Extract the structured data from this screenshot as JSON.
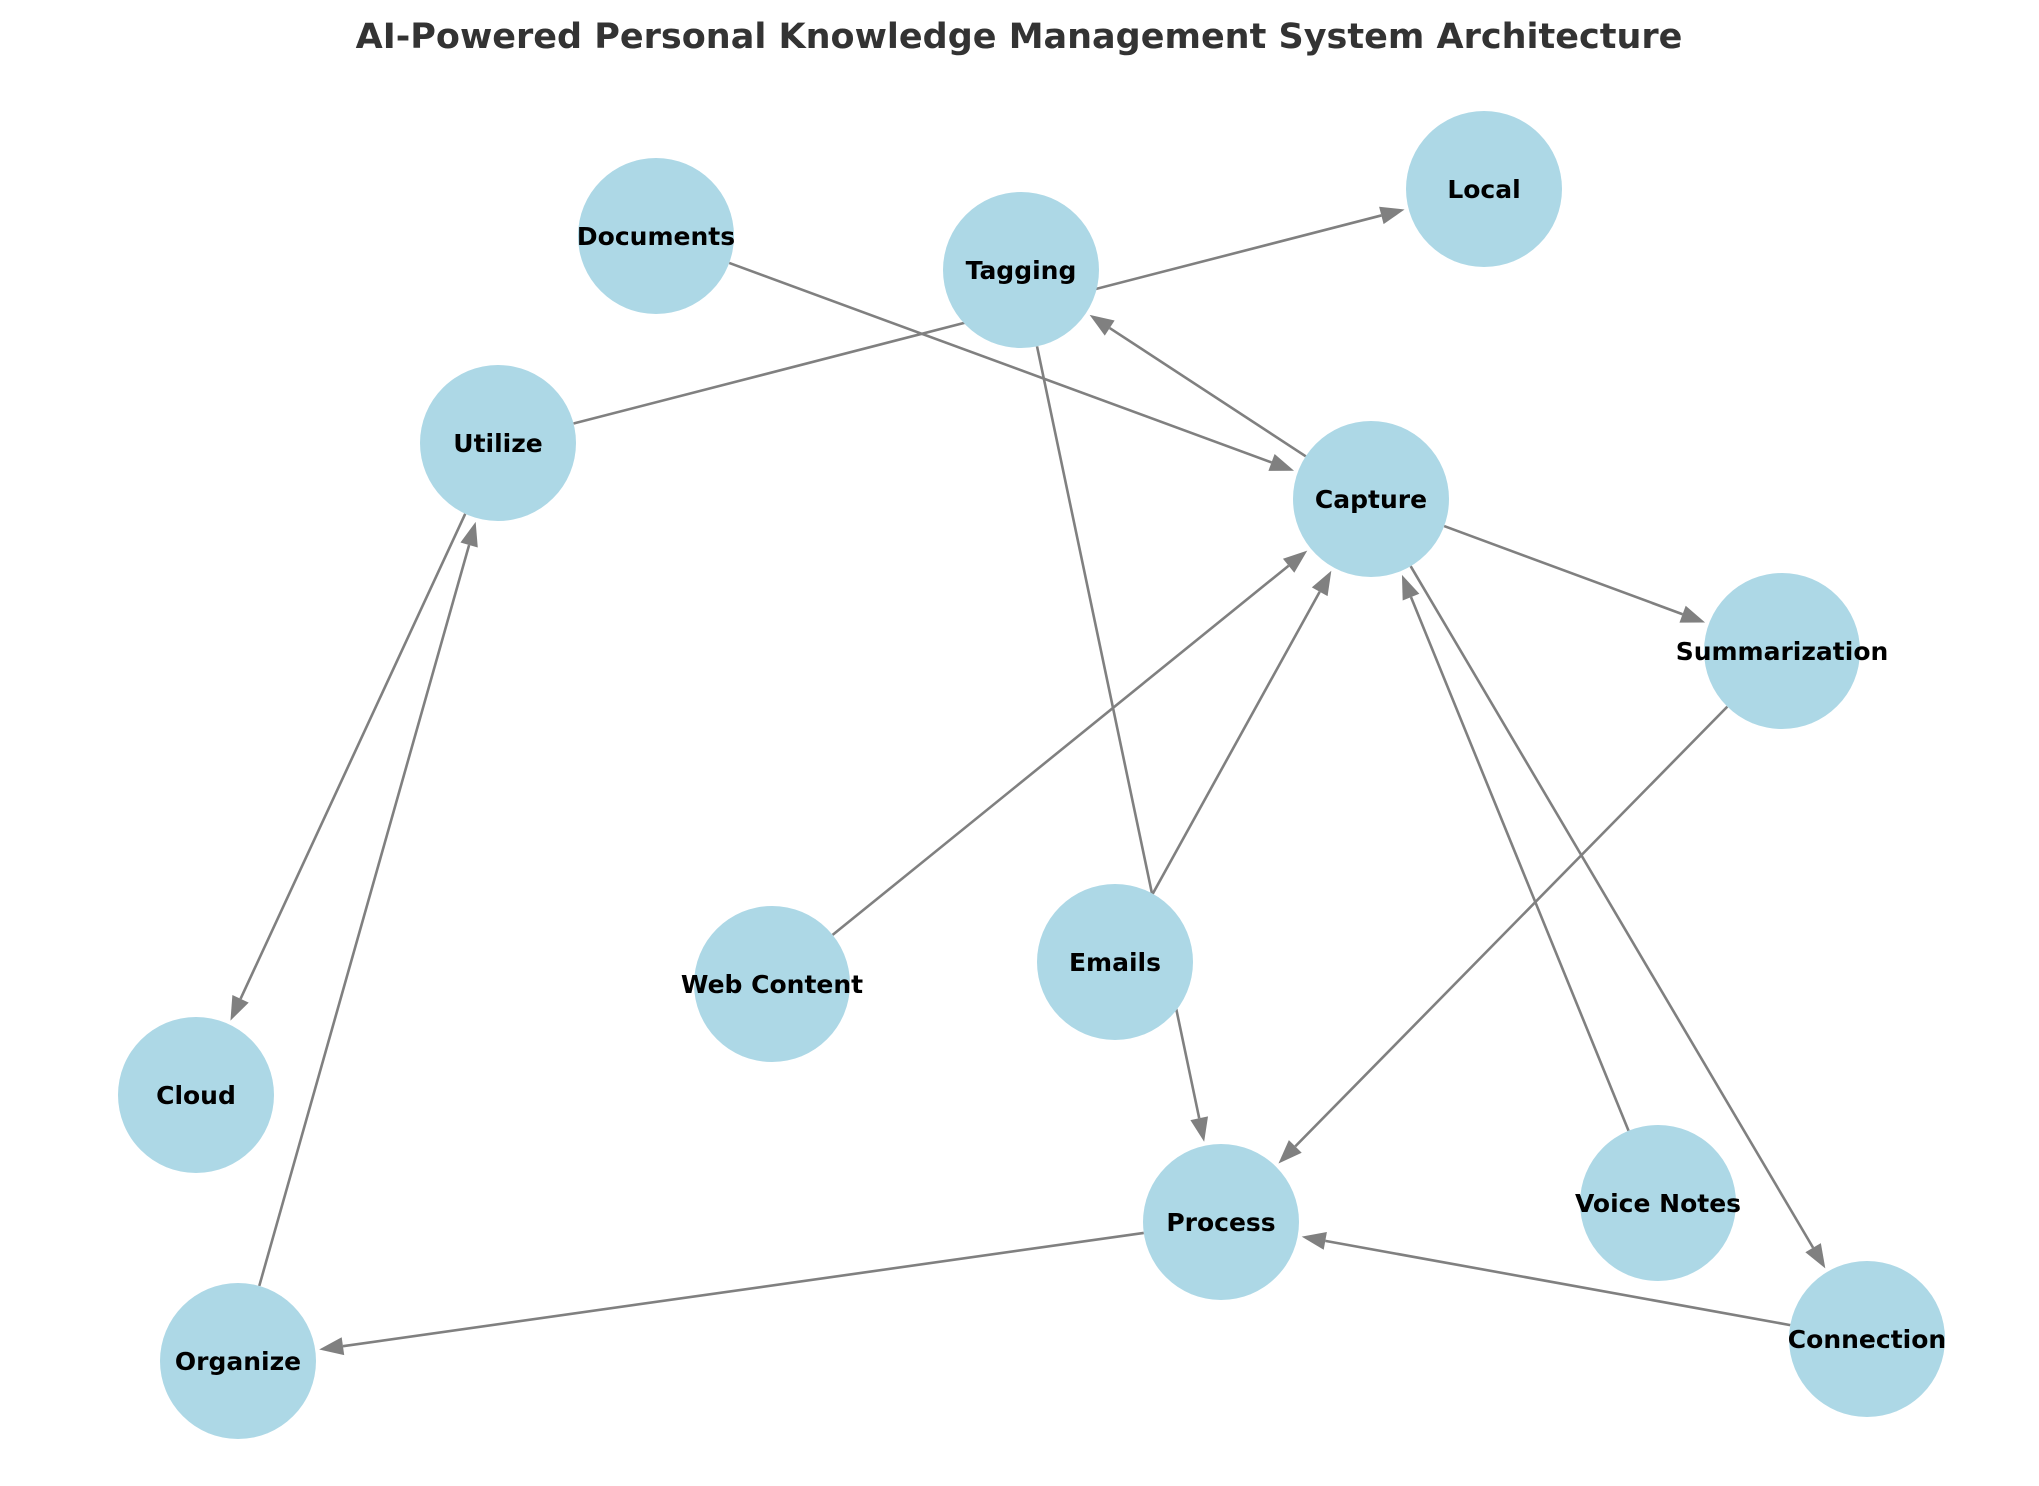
{
  "title": "AI-Powered Personal Knowledge Management System Architecture",
  "colors": {
    "node": "#add8e6",
    "edge": "#808080",
    "title": "#333333",
    "label": "#000000"
  },
  "nodes": [
    {
      "id": "capture",
      "label": "Capture"
    },
    {
      "id": "process",
      "label": "Process"
    },
    {
      "id": "organize",
      "label": "Organize"
    },
    {
      "id": "utilize",
      "label": "Utilize"
    },
    {
      "id": "web_content",
      "label": "Web Content"
    },
    {
      "id": "documents",
      "label": "Documents"
    },
    {
      "id": "emails",
      "label": "Emails"
    },
    {
      "id": "voice_notes",
      "label": "Voice Notes"
    },
    {
      "id": "summarization",
      "label": "Summarization"
    },
    {
      "id": "tagging",
      "label": "Tagging"
    },
    {
      "id": "connection",
      "label": "Connection"
    },
    {
      "id": "cloud",
      "label": "Cloud"
    },
    {
      "id": "local",
      "label": "Local"
    }
  ],
  "edges": [
    {
      "from": "documents",
      "to": "capture"
    },
    {
      "from": "web_content",
      "to": "capture"
    },
    {
      "from": "emails",
      "to": "capture"
    },
    {
      "from": "voice_notes",
      "to": "capture"
    },
    {
      "from": "capture",
      "to": "tagging"
    },
    {
      "from": "capture",
      "to": "summarization"
    },
    {
      "from": "capture",
      "to": "connection"
    },
    {
      "from": "summarization",
      "to": "process"
    },
    {
      "from": "tagging",
      "to": "process"
    },
    {
      "from": "connection",
      "to": "process"
    },
    {
      "from": "process",
      "to": "organize"
    },
    {
      "from": "organize",
      "to": "utilize"
    },
    {
      "from": "utilize",
      "to": "cloud"
    },
    {
      "from": "utilize",
      "to": "local"
    }
  ]
}
